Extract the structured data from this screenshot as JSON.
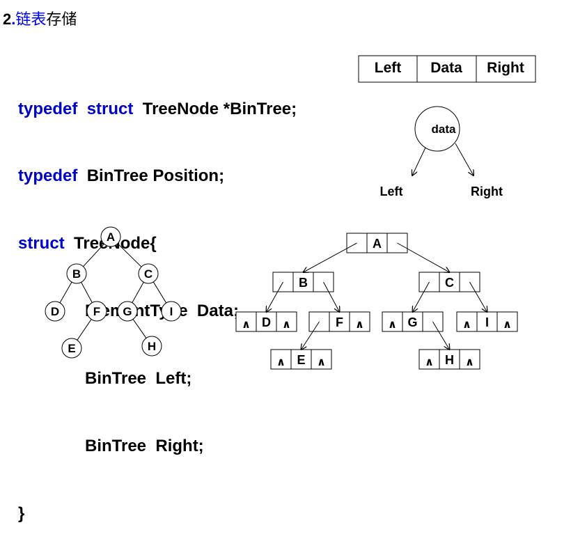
{
  "heading": {
    "number": "2",
    "dot": ".",
    "blue_part": "链表",
    "rest": "存储"
  },
  "code": {
    "line1": {
      "kw1": "typedef",
      "kw2": "struct",
      "rest": "TreeNode *BinTree;"
    },
    "line2": {
      "kw": "typedef",
      "rest": "BinTree Position;"
    },
    "line3": {
      "kw": "struct",
      "rest": "TreeNode{"
    },
    "line4": "ElementType  Data;",
    "line5": "BinTree  Left;",
    "line6": "BinTree  Right;",
    "line7": "}"
  },
  "node_structure": {
    "fields": [
      "Left",
      "Data",
      "Right"
    ]
  },
  "node_diagram": {
    "center": "data",
    "left": "Left",
    "right": "Right"
  },
  "tree": {
    "nodes": [
      {
        "id": "A",
        "label": "A"
      },
      {
        "id": "B",
        "label": "B"
      },
      {
        "id": "C",
        "label": "C"
      },
      {
        "id": "D",
        "label": "D"
      },
      {
        "id": "F",
        "label": "F"
      },
      {
        "id": "G",
        "label": "G"
      },
      {
        "id": "I",
        "label": "I"
      },
      {
        "id": "E",
        "label": "E"
      },
      {
        "id": "H",
        "label": "H"
      }
    ],
    "edges": [
      [
        "A",
        "B"
      ],
      [
        "A",
        "C"
      ],
      [
        "B",
        "D"
      ],
      [
        "B",
        "F"
      ],
      [
        "F",
        "E"
      ],
      [
        "C",
        "G"
      ],
      [
        "C",
        "I"
      ],
      [
        "G",
        "H"
      ]
    ]
  },
  "linked": {
    "null_symbol": "∧",
    "nodes": [
      {
        "id": "A",
        "label": "A",
        "left": "",
        "right": ""
      },
      {
        "id": "B",
        "label": "B",
        "left": "",
        "right": ""
      },
      {
        "id": "C",
        "label": "C",
        "left": "",
        "right": ""
      },
      {
        "id": "D",
        "label": "D",
        "left": "∧",
        "right": "∧"
      },
      {
        "id": "F",
        "label": "F",
        "left": "",
        "right": "∧"
      },
      {
        "id": "G",
        "label": "G",
        "left": "∧",
        "right": ""
      },
      {
        "id": "I",
        "label": "I",
        "left": "∧",
        "right": "∧"
      },
      {
        "id": "E",
        "label": "E",
        "left": "∧",
        "right": "∧"
      },
      {
        "id": "H",
        "label": "H",
        "left": "∧",
        "right": "∧"
      }
    ],
    "edges": [
      [
        "A",
        "B",
        "left"
      ],
      [
        "A",
        "C",
        "right"
      ],
      [
        "B",
        "D",
        "left"
      ],
      [
        "B",
        "F",
        "right"
      ],
      [
        "F",
        "E",
        "left"
      ],
      [
        "C",
        "G",
        "left"
      ],
      [
        "C",
        "I",
        "right"
      ],
      [
        "G",
        "H",
        "right"
      ]
    ]
  }
}
